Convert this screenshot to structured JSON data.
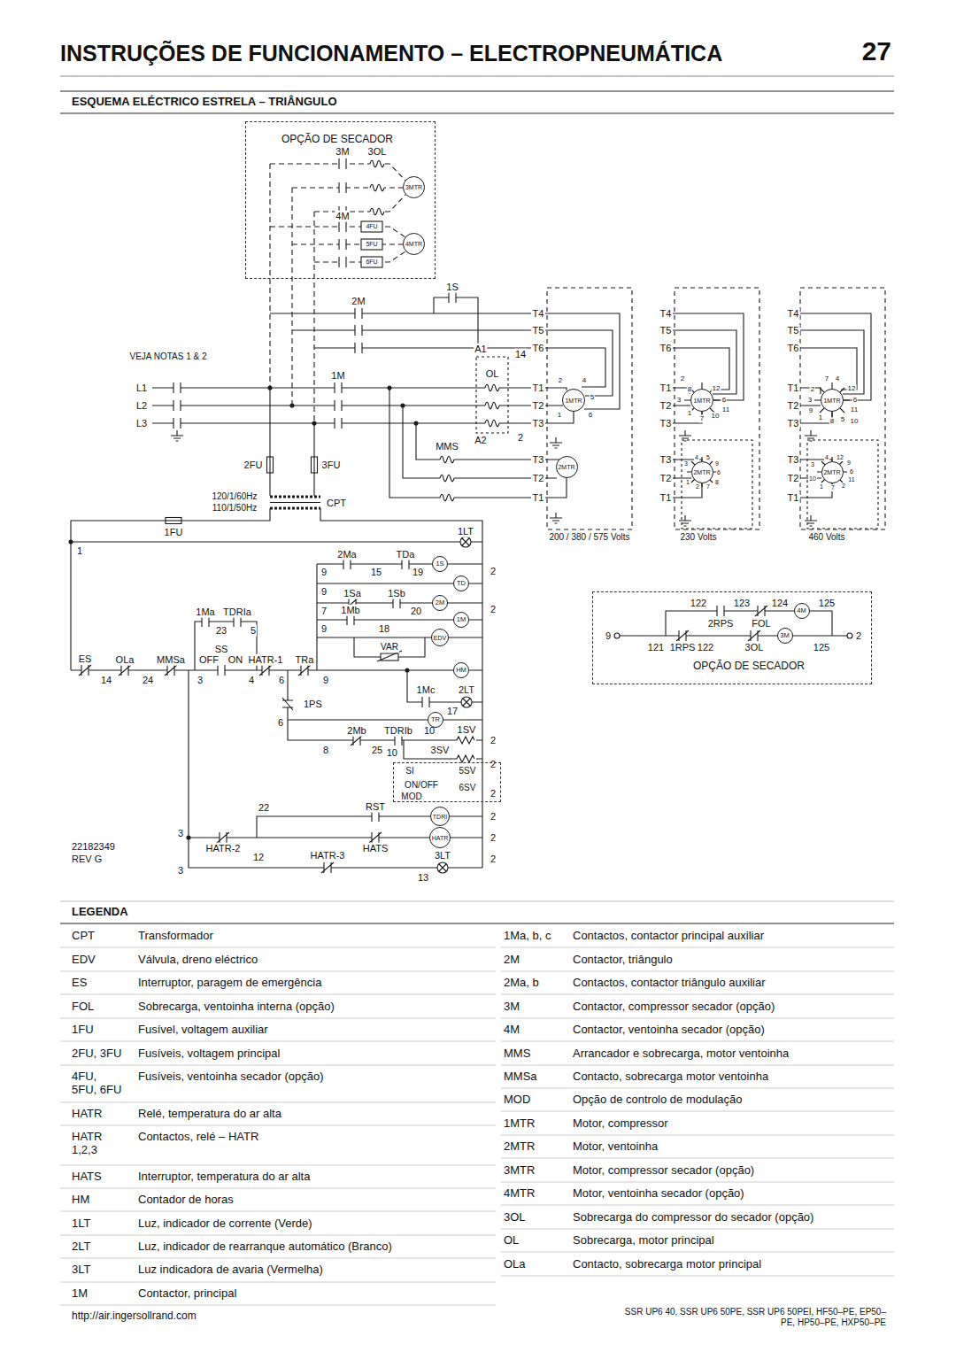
{
  "diagram": {
    "title": "INSTRUÇÕES DE FUNCIONAMENTO – ELECTROPNEUMÁTICA",
    "nodes": [
      {
        "text": [
          "OPÇÃO DE SECADOR"
        ]
      },
      {
        "text": [
          "3MTR"
        ],
        "in": 0
      },
      {
        "text": [
          "4MTR"
        ],
        "in": 0
      },
      {
        "text": [
          "1MTR"
        ]
      },
      {
        "text": [
          "2MTR"
        ]
      },
      {
        "text": [
          "1MTR"
        ]
      },
      {
        "text": [
          "2MTR"
        ]
      },
      {
        "text": [
          "1MTR"
        ]
      },
      {
        "text": [
          "2MTR"
        ]
      },
      {
        "text": [
          "1S"
        ]
      },
      {
        "text": [
          "TD"
        ]
      },
      {
        "text": [
          "2M"
        ]
      },
      {
        "text": [
          "1M"
        ]
      },
      {
        "text": [
          "EDV"
        ]
      },
      {
        "text": [
          "HM"
        ]
      },
      {
        "text": [
          "TR"
        ]
      },
      {
        "text": [
          "SI",
          "5SV",
          "ON/OFF",
          "6SV",
          "MOD"
        ]
      },
      {
        "text": [
          "TDRI"
        ]
      },
      {
        "text": [
          "HATR"
        ]
      },
      {
        "text": [
          "OPÇÃO DE SECADOR"
        ]
      },
      {
        "text": [
          "4M"
        ],
        "in": 19
      },
      {
        "text": [
          "3M"
        ],
        "in": 19
      }
    ],
    "labels": [
      "27",
      "ESQUEMA ELÉCTRICO ESTRELA – TRIÂNGULO",
      "3M",
      "3OL",
      "4M",
      "4FU",
      "5FU",
      "6FU",
      "1S",
      "2M",
      "T4",
      "T5",
      "T6",
      "A1",
      "14",
      "VEJA NOTAS 1 & 2",
      "1M",
      "OL",
      "T1",
      "T2",
      "T3",
      "L1",
      "L2",
      "L3",
      "A2",
      "2",
      "MMS",
      "T3",
      "T2",
      "T1",
      "2FU",
      "3FU",
      "120/1/60Hz",
      "110/1/50Hz",
      "CPT",
      "1FU",
      "200 / 380 / 575 Volts",
      "2",
      "4",
      "5",
      "1",
      "6",
      "T4",
      "T5",
      "T6",
      "T1",
      "T2",
      "T3",
      "T3",
      "T2",
      "T1",
      "230 Volts",
      "2",
      "8",
      "12",
      "3",
      "6",
      "11",
      "1",
      "7",
      "10",
      "4",
      "5",
      "9",
      "6",
      "3",
      "1",
      "2",
      "7",
      "8",
      "T4",
      "T5",
      "T6",
      "T1",
      "T2",
      "T3",
      "T3",
      "T2",
      "T1",
      "460 Volts",
      "7",
      "4",
      "12",
      "2",
      "6",
      "3",
      "11",
      "1",
      "8",
      "5",
      "10",
      "9",
      "4",
      "12",
      "9",
      "6",
      "3",
      "10",
      "1",
      "7",
      "2",
      "11",
      "1LT",
      "1",
      "2Ma",
      "TDa",
      "9",
      "15",
      "19",
      "2",
      "1Sa",
      "1Sb",
      "9",
      "7",
      "1Mb",
      "20",
      "2",
      "9",
      "18",
      "1Ma",
      "TDRIa",
      "23",
      "5",
      "VAR",
      "SS",
      "ES",
      "OLa",
      "MMSa",
      "OFF",
      "ON",
      "HATR-1",
      "TRa",
      "14",
      "24",
      "3",
      "4",
      "6",
      "9",
      "1Mc",
      "2LT",
      "17",
      "1PS",
      "6",
      "2Mb",
      "TDRIb",
      "10",
      "1SV",
      "8",
      "25",
      "3SV",
      "10",
      "2",
      "2",
      "2",
      "2",
      "22",
      "RST",
      "3",
      "HATR-2",
      "HATS",
      "2",
      "22182349",
      "REV G",
      "12",
      "HATR-3",
      "3LT",
      "3",
      "13",
      "2",
      "122",
      "123",
      "124",
      "125",
      "2RPS",
      "FOL",
      "9",
      "2",
      "121",
      "1RPS",
      "122",
      "3OL",
      "125",
      "LEGENDA",
      "CPT",
      "Transformador",
      "EDV",
      "Válvula, dreno eléctrico",
      "ES",
      "Interruptor, paragem de emergência",
      "FOL",
      "Sobrecarga, ventoinha interna (opção)",
      "1FU",
      "Fusível, voltagem auxiliar",
      "2FU, 3FU",
      "Fusíveis, voltagem principal",
      "4FU, 5FU, 6FU",
      "Fusíveis, ventoinha secador (opção)",
      "HATR",
      "Relé, temperatura do ar alta",
      "HATR 1,2,3",
      "Contactos, relé – HATR",
      "HATS",
      "Interruptor, temperatura do ar alta",
      "HM",
      "Contador de horas",
      "1LT",
      "Luz, indicador de corrente (Verde)",
      "2LT",
      "Luz, indicador de rearranque automático (Branco)",
      "3LT",
      "Luz indicadora de avaria (Vermelha)",
      "1M",
      "Contactor, principal",
      "1Ma, b, c",
      "Contactos, contactor principal auxiliar",
      "2M",
      "Contactor, triângulo",
      "2Ma, b",
      "Contactos, contactor triângulo auxiliar",
      "3M",
      "Contactor, compressor secador (opção)",
      "4M",
      "Contactor, ventoinha secador (opção)",
      "MMS",
      "Arrancador e sobrecarga, motor ventoinha",
      "MMSa",
      "Contacto, sobrecarga motor ventoinha",
      "MOD",
      "Opção de controlo de modulação",
      "1MTR",
      "Motor, compressor",
      "2MTR",
      "Motor, ventoinha",
      "3MTR",
      "Motor, compressor secador (opção)",
      "4MTR",
      "Motor, ventoinha secador (opção)",
      "3OL",
      "Sobrecarga do compressor do secador (opção)",
      "OL",
      "Sobrecarga, motor principal",
      "OLa",
      "Contacto, sobrecarga motor principal",
      "http://air.ingersollrand.com",
      "SSR UP6 40, SSR UP6 50PE, SSR UP6 50PEI, HF50–PE, EP50–PE, HP50–PE, HXP50–PE"
    ]
  }
}
